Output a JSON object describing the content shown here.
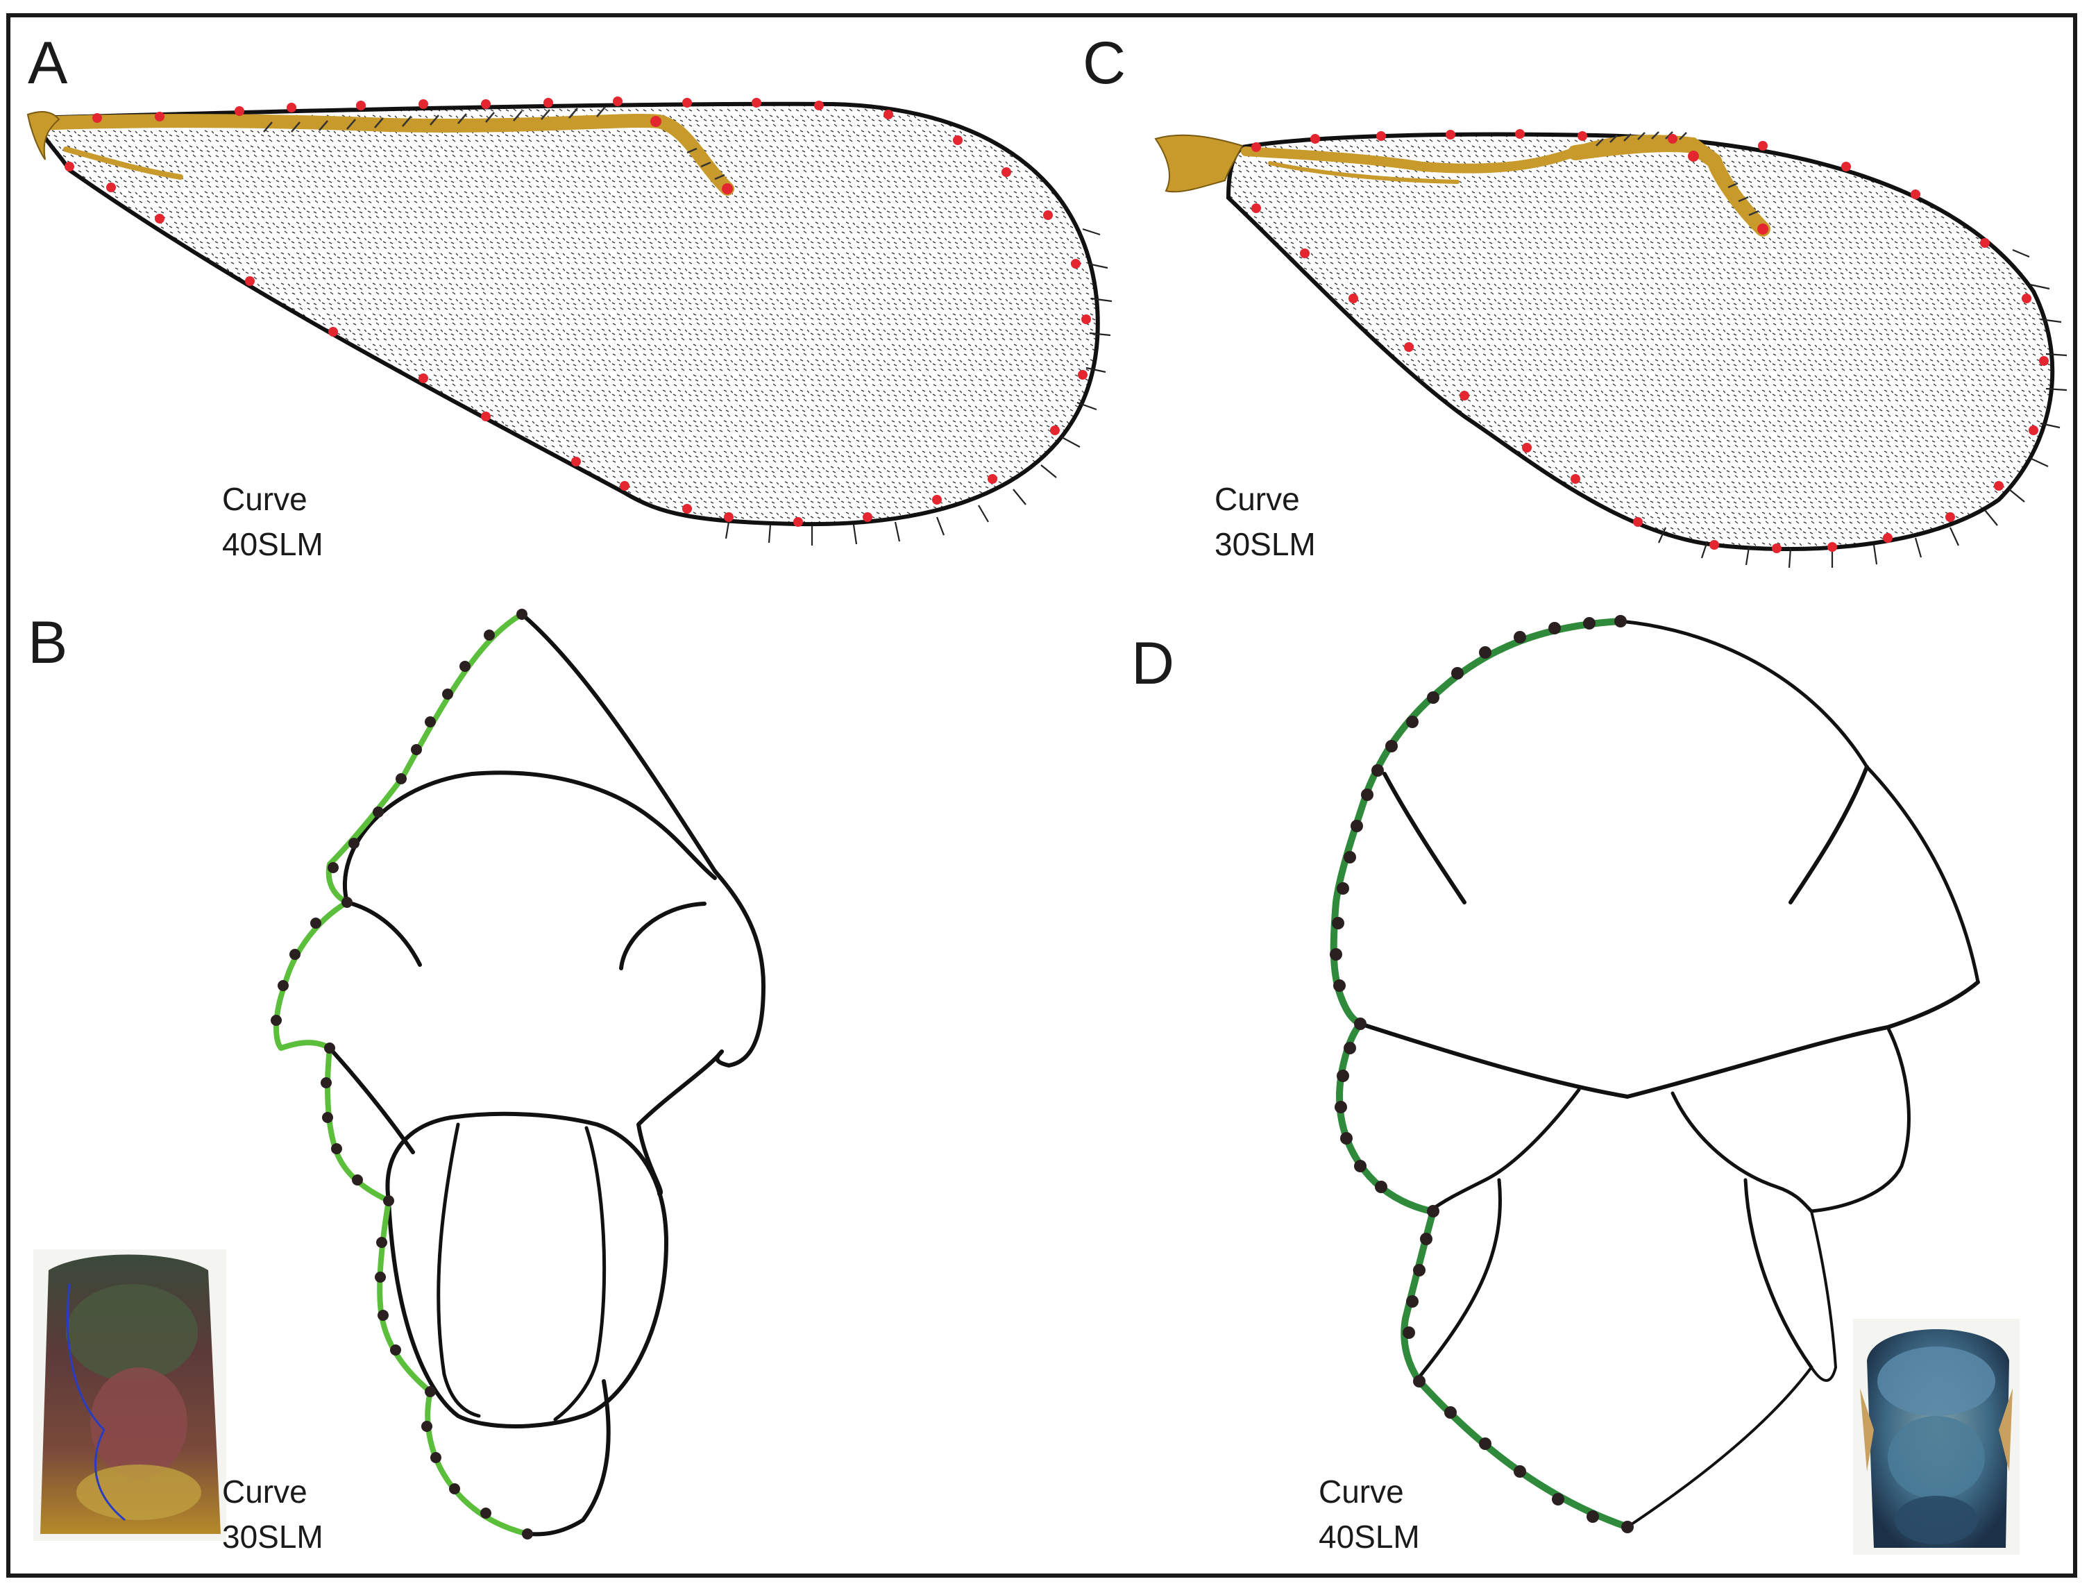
{
  "colors": {
    "border": "#1a1a1a",
    "outline": "#111111",
    "wing_landmark": "#e3262f",
    "vein": "#c89a2c",
    "curve_green_B": "#5cbf3c",
    "curve_green_D": "#2f8a3c",
    "curve_landmark": "#2b2020"
  },
  "panels": {
    "A": {
      "letter": "A",
      "caption_line1": "Curve",
      "caption_line2": "40SLM"
    },
    "B": {
      "letter": "B",
      "caption_line1": "Curve",
      "caption_line2": "30SLM"
    },
    "C": {
      "letter": "C",
      "caption_line1": "Curve",
      "caption_line2": "30SLM"
    },
    "D": {
      "letter": "D",
      "caption_line1": "Curve",
      "caption_line2": "40SLM"
    }
  }
}
